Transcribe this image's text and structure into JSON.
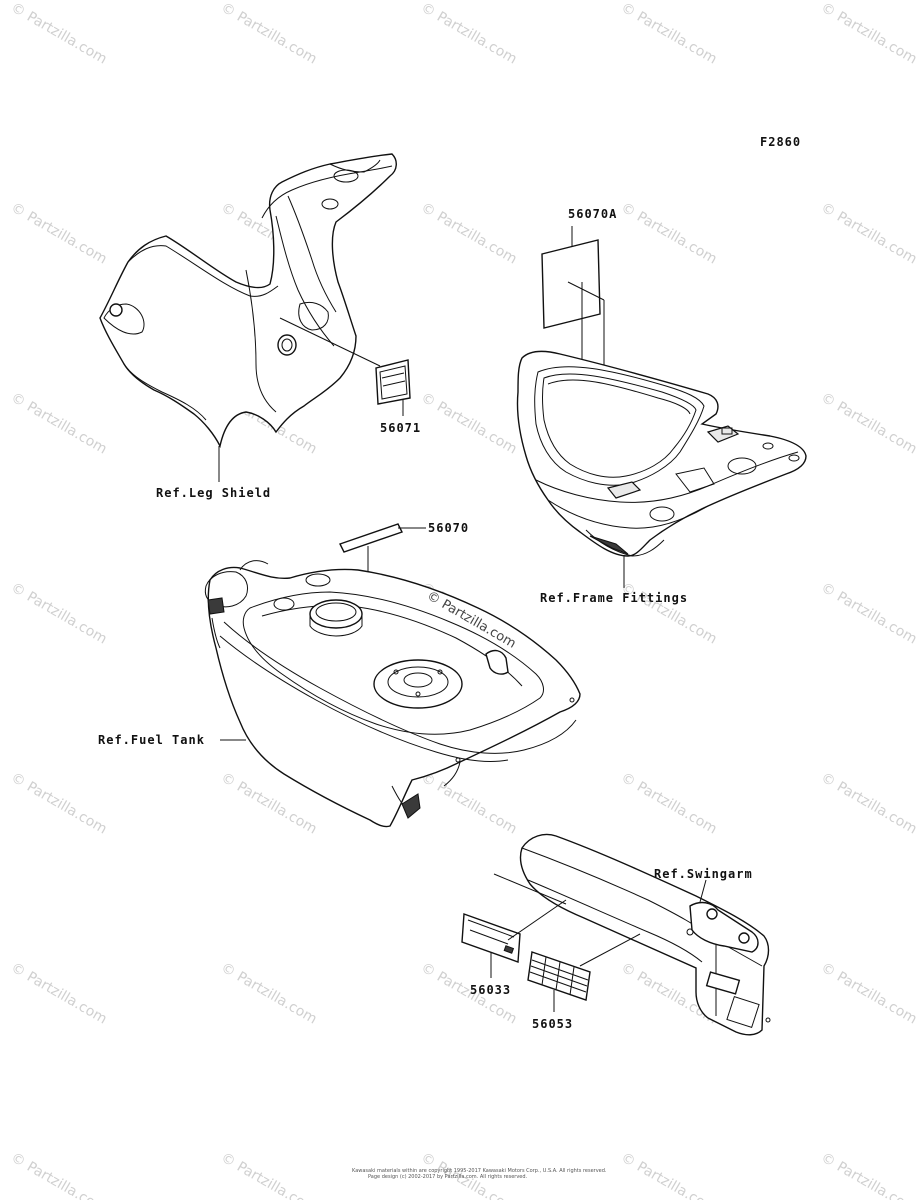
{
  "figure_code": "F2860",
  "watermark_text": "© Partzilla.com",
  "center_watermark": "© Partzilla.com",
  "callouts": {
    "p56070A": "56070A",
    "p56071": "56071",
    "p56070": "56070",
    "p56033": "56033",
    "p56053": "56053"
  },
  "references": {
    "leg_shield": "Ref.Leg Shield",
    "frame_fittings": "Ref.Frame Fittings",
    "fuel_tank": "Ref.Fuel Tank",
    "swingarm": "Ref.Swingarm"
  },
  "copyright": {
    "line1": "Kawasaki materials within are copyright 1995-2017 Kawasaki Motors Corp., U.S.A. All rights reserved.",
    "line2": "Page design (c) 2002-2017 by Partzilla.com. All rights reserved."
  }
}
